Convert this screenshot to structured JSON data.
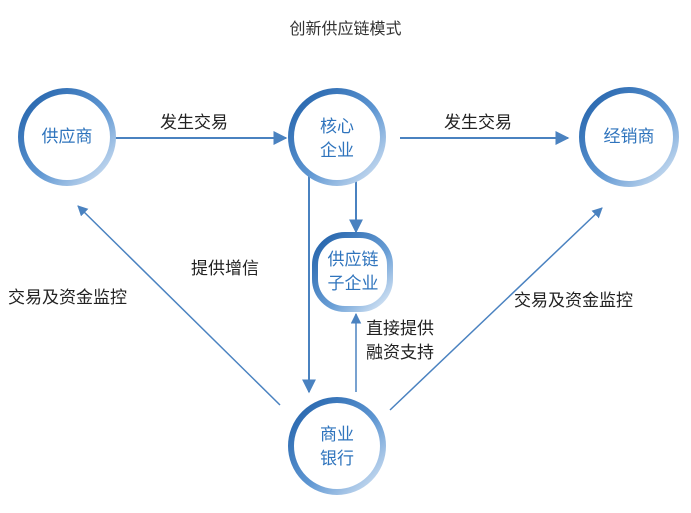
{
  "title": "创新供应链模式",
  "nodes": {
    "supplier": "供应商",
    "core": [
      "核心",
      "企业"
    ],
    "distributor": "经销商",
    "sub": [
      "供应链",
      "子企业"
    ],
    "bank": [
      "商业",
      "银行"
    ]
  },
  "edges": {
    "supplier_to_core": "发生交易",
    "core_to_distributor": "发生交易",
    "credit": "提供增信",
    "direct_financing": [
      "直接提供",
      "融资支持"
    ],
    "bank_to_supplier": "交易及资金监控",
    "bank_to_distributor": "交易及资金监控"
  },
  "colors": {
    "ring": "#3b7dc4",
    "arrow": "#4a82c0",
    "node_text": "#2f74bd",
    "text": "#222222"
  }
}
